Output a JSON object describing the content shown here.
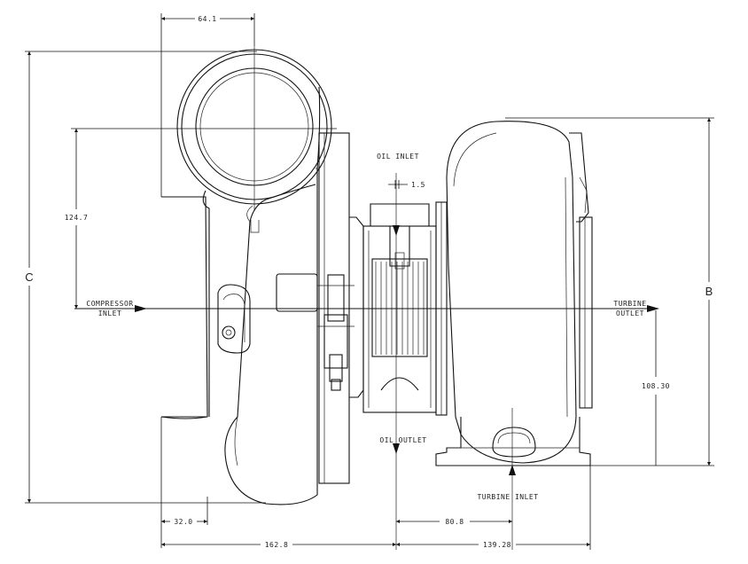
{
  "dimensions": {
    "top_width": "64.1",
    "compressor_height": "124.7",
    "overall_left_height": "C",
    "overall_right_height": "B",
    "turbine_offset": "108.30",
    "flange_offset": "32.0",
    "left_length": "162.8",
    "turbine_inlet_offset": "80.8",
    "right_length": "139.28",
    "oil_inlet_detail": "1.5"
  },
  "labels": {
    "oil_inlet": "OIL INLET",
    "oil_outlet": "OIL OUTLET",
    "compressor_inlet_line1": "COMPRESSOR",
    "compressor_inlet_line2": "INLET",
    "turbine_outlet_line1": "TURBINE",
    "turbine_outlet_line2": "OUTLET",
    "turbine_inlet": "TURBINE INLET"
  },
  "colors": {
    "line": "#111111",
    "background": "#ffffff"
  }
}
